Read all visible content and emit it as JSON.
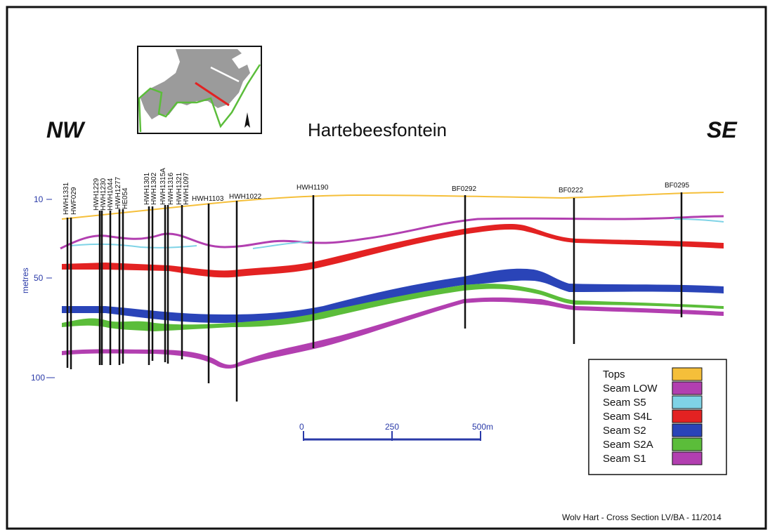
{
  "title": "Hartebeesfontein",
  "direction_left": "NW",
  "direction_right": "SE",
  "y_axis": {
    "label": "metres",
    "ticks": [
      "10",
      "50",
      "100"
    ]
  },
  "boreholes": [
    {
      "id": "HWH1331"
    },
    {
      "id": "HWF029"
    },
    {
      "id": "HWH1229"
    },
    {
      "id": "HWH1230"
    },
    {
      "id": "HWH1044"
    },
    {
      "id": "HWH1277"
    },
    {
      "id": "HE054"
    },
    {
      "id": "HWH1301"
    },
    {
      "id": "HWH1302"
    },
    {
      "id": "HWH1315A"
    },
    {
      "id": "HWH1316"
    },
    {
      "id": "HWH1321"
    },
    {
      "id": "HWH1097"
    },
    {
      "id": "HWH1103"
    },
    {
      "id": "HWH1022"
    },
    {
      "id": "HWH1190"
    },
    {
      "id": "BF0292"
    },
    {
      "id": "BF0222"
    },
    {
      "id": "BF0295"
    }
  ],
  "legend": [
    {
      "label": "Tops",
      "color": "#f5bf3a"
    },
    {
      "label": "Seam LOW",
      "color": "#b23fb0"
    },
    {
      "label": "Seam S5",
      "color": "#7fd3e6"
    },
    {
      "label": "Seam S4L",
      "color": "#e32222"
    },
    {
      "label": "Seam S2",
      "color": "#2a44b8"
    },
    {
      "label": "Seam S2A",
      "color": "#5bbd3a"
    },
    {
      "label": "Seam S1",
      "color": "#b23fb0"
    }
  ],
  "scale_bar": {
    "ticks": [
      "0",
      "250",
      "500m"
    ],
    "color": "#2a3aa8"
  },
  "footer": "Wolv Hart - Cross Section LV/BA - 11/2014",
  "inset_map": {
    "area_color": "#9b9b9b",
    "boundary_color": "#5bbd3a",
    "section_line_color": "#e32222"
  }
}
